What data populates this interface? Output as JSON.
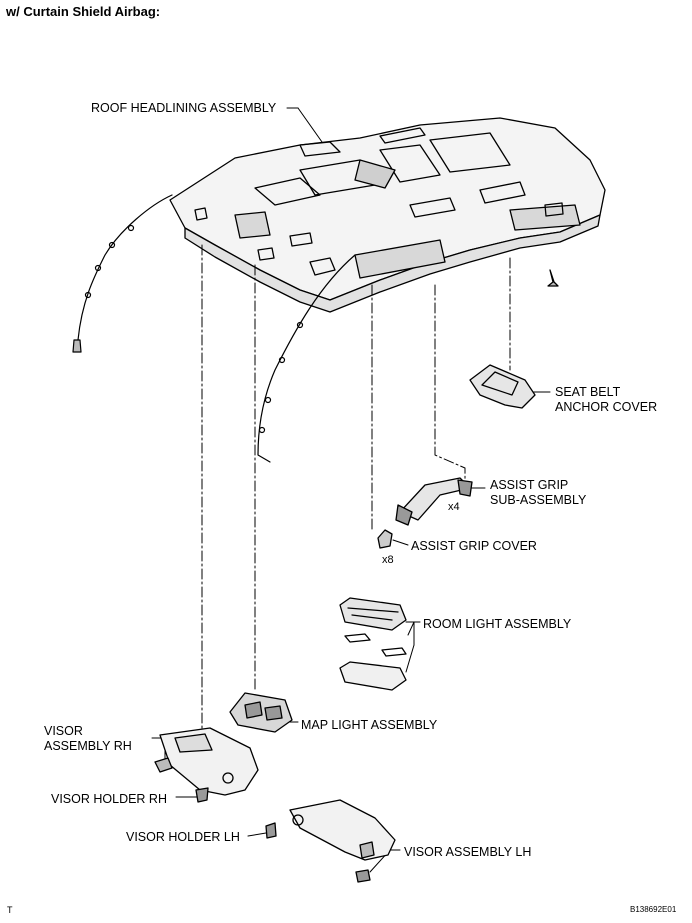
{
  "header": "w/ Curtain Shield Airbag:",
  "labels": {
    "roof_headlining": "ROOF HEADLINING ASSEMBLY",
    "seat_belt_1": "SEAT BELT",
    "seat_belt_2": "ANCHOR COVER",
    "assist_grip_1": "ASSIST GRIP",
    "assist_grip_2": "SUB-ASSEMBLY",
    "assist_grip_qty": "x4",
    "assist_grip_cover": "ASSIST GRIP COVER",
    "assist_grip_cover_qty": "x8",
    "room_light": "ROOM LIGHT ASSEMBLY",
    "map_light": "MAP LIGHT ASSEMBLY",
    "visor_rh_1": "VISOR",
    "visor_rh_2": "ASSEMBLY RH",
    "visor_holder_rh": "VISOR HOLDER RH",
    "visor_holder_lh": "VISOR HOLDER LH",
    "visor_lh": "VISOR ASSEMBLY LH"
  },
  "footer": {
    "left": "T",
    "code": "B138692E01"
  }
}
